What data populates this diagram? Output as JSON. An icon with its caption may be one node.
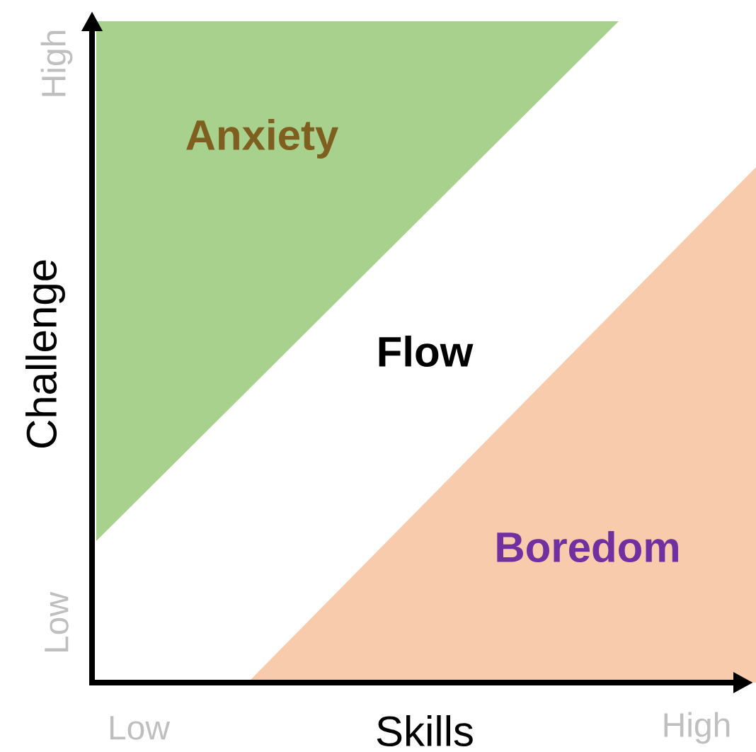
{
  "diagram": {
    "labels": [
      "High",
      "Anxiety",
      "Challenge",
      "Flow",
      "Boredom",
      "Low",
      "Low",
      "Skills",
      "High"
    ]
  }
}
